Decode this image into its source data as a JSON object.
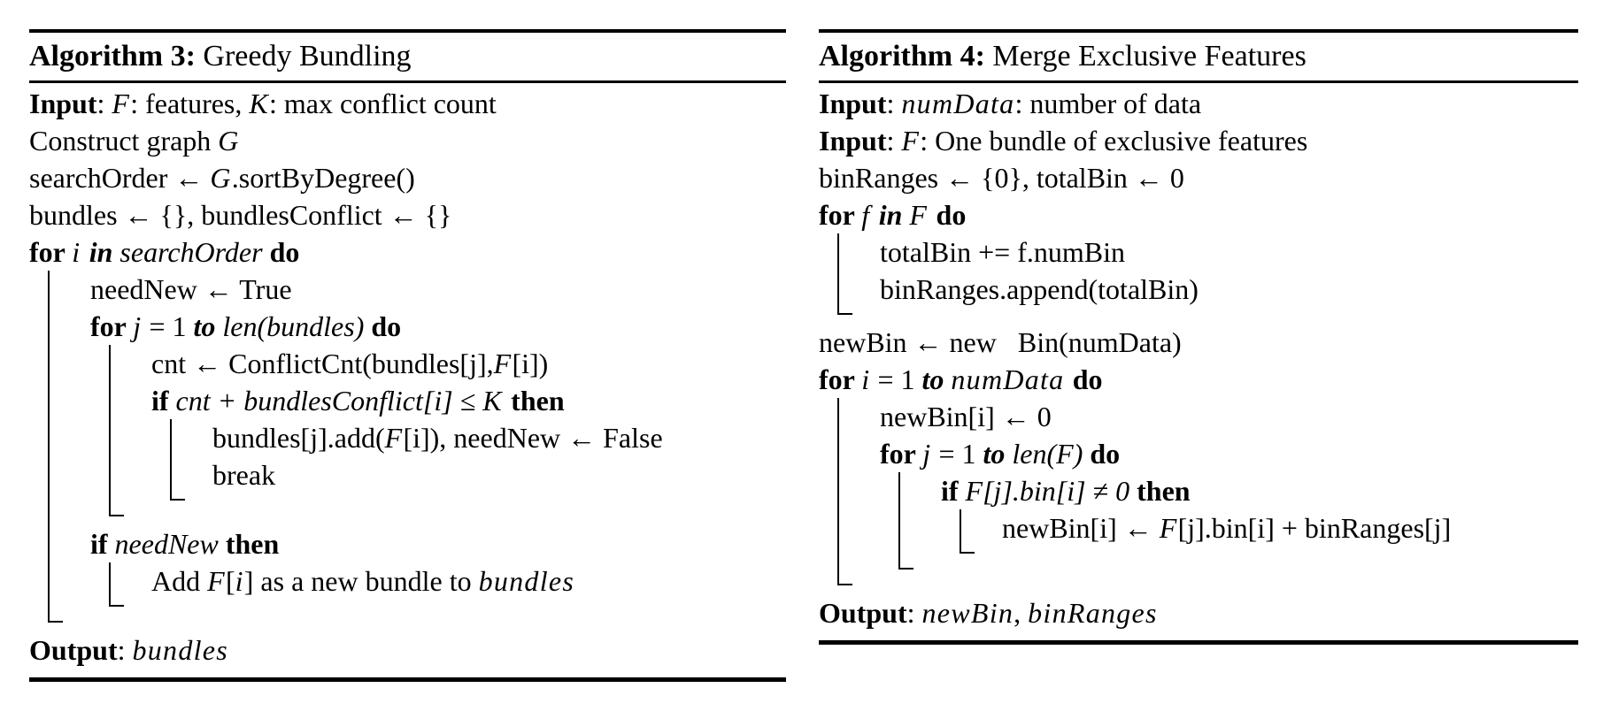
{
  "colors": {
    "text": "#000000",
    "background": "#ffffff",
    "rule": "#000000"
  },
  "algorithms": [
    {
      "label": "Algorithm 3:",
      "title": " Greedy Bundling",
      "output_line": "Output: bundles",
      "body": [
        {
          "type": "line",
          "seg": [
            {
              "t": "Input",
              "s": "b"
            },
            {
              "t": ": ",
              "s": "r"
            },
            {
              "t": "F",
              "s": "m"
            },
            {
              "t": ": features, ",
              "s": "r"
            },
            {
              "t": "K",
              "s": "m"
            },
            {
              "t": ": max conflict count",
              "s": "r"
            }
          ]
        },
        {
          "type": "line",
          "seg": [
            {
              "t": "Construct graph ",
              "s": "r"
            },
            {
              "t": "G",
              "s": "m"
            }
          ]
        },
        {
          "type": "line",
          "seg": [
            {
              "t": "searchOrder ← ",
              "s": "r"
            },
            {
              "t": "G",
              "s": "m"
            },
            {
              "t": ".sortByDegree()",
              "s": "r"
            }
          ]
        },
        {
          "type": "line",
          "seg": [
            {
              "t": "bundles ← {}, bundlesConflict ← {}",
              "s": "r"
            }
          ]
        },
        {
          "type": "line",
          "seg": [
            {
              "t": "for ",
              "s": "b"
            },
            {
              "t": "i ",
              "s": "m"
            },
            {
              "t": "in ",
              "s": "bi"
            },
            {
              "t": "searchOrder ",
              "s": "i"
            },
            {
              "t": "do",
              "s": "b"
            }
          ]
        },
        {
          "type": "block",
          "children": [
            {
              "type": "line",
              "seg": [
                {
                  "t": "needNew ← True",
                  "s": "r"
                }
              ]
            },
            {
              "type": "line",
              "seg": [
                {
                  "t": "for ",
                  "s": "b"
                },
                {
                  "t": "j",
                  "s": "m"
                },
                {
                  "t": " = 1 ",
                  "s": "r"
                },
                {
                  "t": "to ",
                  "s": "bi"
                },
                {
                  "t": "len(bundles) ",
                  "s": "i"
                },
                {
                  "t": "do",
                  "s": "b"
                }
              ]
            },
            {
              "type": "block",
              "children": [
                {
                  "type": "line",
                  "seg": [
                    {
                      "t": "cnt ← ConflictCnt(bundles[j],",
                      "s": "r"
                    },
                    {
                      "t": "F",
                      "s": "m"
                    },
                    {
                      "t": "[i])",
                      "s": "r"
                    }
                  ]
                },
                {
                  "type": "line",
                  "seg": [
                    {
                      "t": "if ",
                      "s": "b"
                    },
                    {
                      "t": "cnt + bundlesConflict[i] ",
                      "s": "i"
                    },
                    {
                      "t": "≤ ",
                      "s": "r"
                    },
                    {
                      "t": "K ",
                      "s": "m"
                    },
                    {
                      "t": "then",
                      "s": "b"
                    }
                  ]
                },
                {
                  "type": "block",
                  "children": [
                    {
                      "type": "line",
                      "seg": [
                        {
                          "t": "bundles[j].add(",
                          "s": "r"
                        },
                        {
                          "t": "F",
                          "s": "m"
                        },
                        {
                          "t": "[i]), needNew ← False",
                          "s": "r"
                        }
                      ]
                    },
                    {
                      "type": "line",
                      "seg": [
                        {
                          "t": "break",
                          "s": "r"
                        }
                      ]
                    }
                  ]
                }
              ]
            },
            {
              "type": "line",
              "seg": [
                {
                  "t": "if ",
                  "s": "b"
                },
                {
                  "t": "needNew ",
                  "s": "i"
                },
                {
                  "t": "then",
                  "s": "b"
                }
              ]
            },
            {
              "type": "block",
              "children": [
                {
                  "type": "line",
                  "seg": [
                    {
                      "t": "Add ",
                      "s": "r"
                    },
                    {
                      "t": "F",
                      "s": "m"
                    },
                    {
                      "t": "[",
                      "s": "r"
                    },
                    {
                      "t": "i",
                      "s": "m"
                    },
                    {
                      "t": "] as a new bundle to ",
                      "s": "r"
                    },
                    {
                      "t": "bundles",
                      "s": "m"
                    }
                  ]
                }
              ]
            }
          ]
        },
        {
          "type": "line",
          "seg": [
            {
              "t": "Output",
              "s": "b"
            },
            {
              "t": ": ",
              "s": "r"
            },
            {
              "t": "bundles",
              "s": "m"
            }
          ]
        }
      ]
    },
    {
      "label": "Algorithm 4:",
      "title": " Merge Exclusive Features",
      "output_line": "Output: newBin, binRanges",
      "body": [
        {
          "type": "line",
          "seg": [
            {
              "t": "Input",
              "s": "b"
            },
            {
              "t": ": ",
              "s": "r"
            },
            {
              "t": "numData",
              "s": "m"
            },
            {
              "t": ": number of data",
              "s": "r"
            }
          ]
        },
        {
          "type": "line",
          "seg": [
            {
              "t": "Input",
              "s": "b"
            },
            {
              "t": ": ",
              "s": "r"
            },
            {
              "t": "F",
              "s": "m"
            },
            {
              "t": ": One bundle of exclusive features",
              "s": "r"
            }
          ]
        },
        {
          "type": "line",
          "seg": [
            {
              "t": "binRanges ← {0}, totalBin ← 0",
              "s": "r"
            }
          ]
        },
        {
          "type": "line",
          "seg": [
            {
              "t": "for ",
              "s": "b"
            },
            {
              "t": "f ",
              "s": "m"
            },
            {
              "t": "in ",
              "s": "bi"
            },
            {
              "t": "F ",
              "s": "m"
            },
            {
              "t": "do",
              "s": "b"
            }
          ]
        },
        {
          "type": "block",
          "children": [
            {
              "type": "line",
              "seg": [
                {
                  "t": "totalBin += f.numBin",
                  "s": "r"
                }
              ]
            },
            {
              "type": "line",
              "seg": [
                {
                  "t": "binRanges.append(totalBin)",
                  "s": "r"
                }
              ]
            }
          ]
        },
        {
          "type": "line",
          "seg": [
            {
              "t": "newBin ← new   Bin(numData)",
              "s": "r"
            }
          ]
        },
        {
          "type": "line",
          "seg": [
            {
              "t": "for ",
              "s": "b"
            },
            {
              "t": "i",
              "s": "m"
            },
            {
              "t": " = 1 ",
              "s": "r"
            },
            {
              "t": "to ",
              "s": "bi"
            },
            {
              "t": "numData ",
              "s": "m"
            },
            {
              "t": "do",
              "s": "b"
            }
          ]
        },
        {
          "type": "block",
          "children": [
            {
              "type": "line",
              "seg": [
                {
                  "t": "newBin[i] ← 0",
                  "s": "r"
                }
              ]
            },
            {
              "type": "line",
              "seg": [
                {
                  "t": "for ",
                  "s": "b"
                },
                {
                  "t": "j",
                  "s": "m"
                },
                {
                  "t": " = 1 ",
                  "s": "r"
                },
                {
                  "t": "to ",
                  "s": "bi"
                },
                {
                  "t": "len(F) ",
                  "s": "i"
                },
                {
                  "t": "do",
                  "s": "b"
                }
              ]
            },
            {
              "type": "block",
              "children": [
                {
                  "type": "line",
                  "seg": [
                    {
                      "t": "if ",
                      "s": "b"
                    },
                    {
                      "t": "F[j].bin[i] ",
                      "s": "i"
                    },
                    {
                      "t": "≠ ",
                      "s": "r"
                    },
                    {
                      "t": "0 ",
                      "s": "i"
                    },
                    {
                      "t": "then",
                      "s": "b"
                    }
                  ]
                },
                {
                  "type": "block",
                  "children": [
                    {
                      "type": "line",
                      "seg": [
                        {
                          "t": "newBin[i] ← ",
                          "s": "r"
                        },
                        {
                          "t": "F",
                          "s": "m"
                        },
                        {
                          "t": "[j].bin[i] + binRanges[j]",
                          "s": "r"
                        }
                      ]
                    }
                  ]
                }
              ]
            }
          ]
        },
        {
          "type": "line",
          "seg": [
            {
              "t": "Output",
              "s": "b"
            },
            {
              "t": ": ",
              "s": "r"
            },
            {
              "t": "newBin",
              "s": "m"
            },
            {
              "t": ", ",
              "s": "r"
            },
            {
              "t": "binRanges",
              "s": "m"
            }
          ]
        }
      ]
    }
  ]
}
